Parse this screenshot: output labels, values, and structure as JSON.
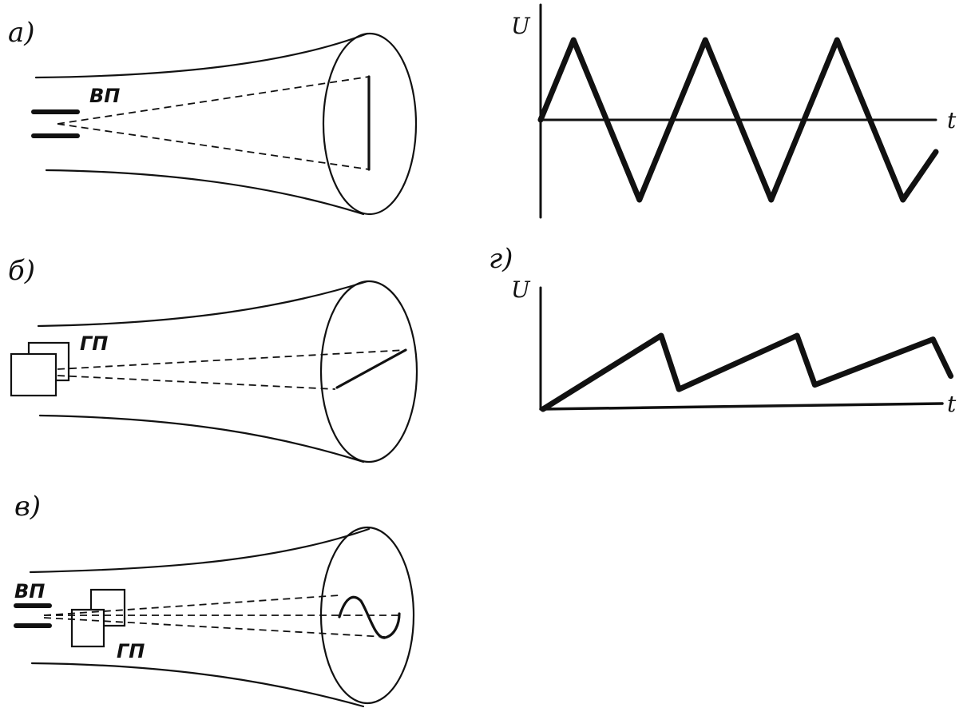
{
  "labels": {
    "panel_a": "а)",
    "panel_b": "б)",
    "panel_v": "в)",
    "panel_g": "г)",
    "vertical_plates": "ВП",
    "horizontal_plates": "ГП",
    "vertical_plates_v": "ВП",
    "horizontal_plates_v": "ГП"
  },
  "chart_data": [
    {
      "type": "line",
      "series": [
        {
          "x": [
            0,
            0.25,
            0.75,
            1.25,
            1.75,
            2.25,
            2.75,
            3.0
          ],
          "values": [
            0,
            1,
            -1,
            1,
            -1,
            1,
            -1,
            -0.4
          ]
        }
      ],
      "xlabel": "t",
      "ylabel": "U",
      "grid": false
    },
    {
      "type": "line",
      "series": [
        {
          "x": [
            0,
            1.0,
            1.15,
            2.15,
            2.3,
            3.3,
            3.45
          ],
          "values": [
            0,
            1,
            0.27,
            1,
            0.33,
            0.95,
            0.45
          ]
        }
      ],
      "xlabel": "t",
      "ylabel": "U",
      "grid": false
    }
  ]
}
